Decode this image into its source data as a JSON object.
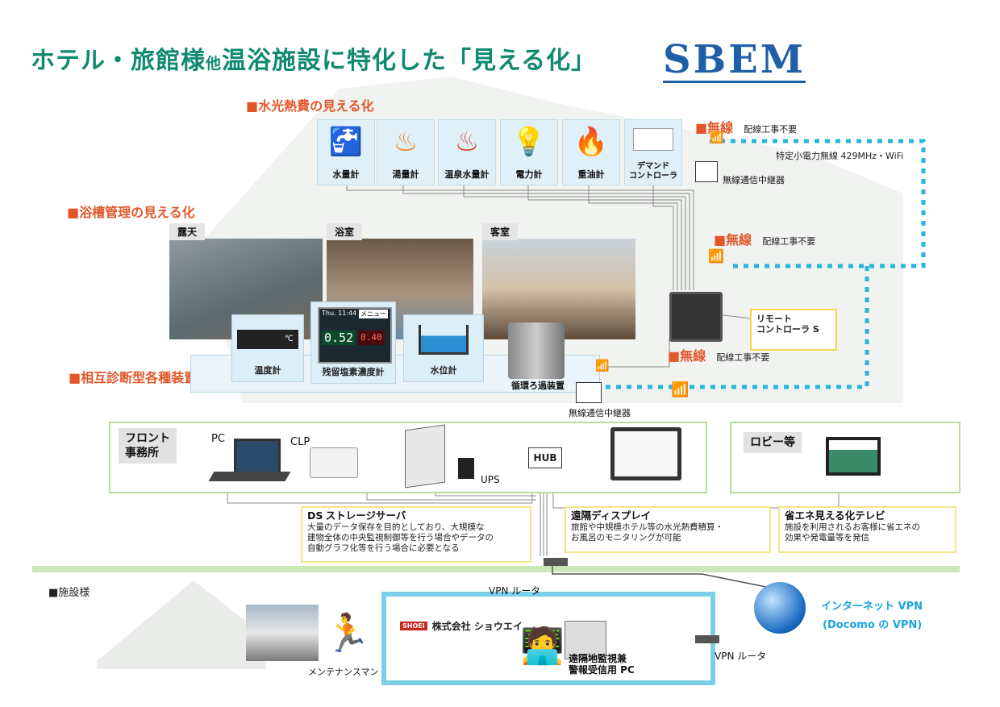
{
  "header": {
    "title": "ホテル・旅館様",
    "title_small": "他",
    "title_rest": "温浴施設に特化した「見える化」",
    "logo": "SBEM"
  },
  "sections": {
    "utility": "■水光熱費の見える化",
    "bath": "■浴槽管理の見える化",
    "diag": "■相互診断型各種装置"
  },
  "meters": [
    {
      "label": "水量計",
      "icon": "faucet-icon"
    },
    {
      "label": "湯量計",
      "icon": "hot-faucet-icon"
    },
    {
      "label": "温泉水量計",
      "icon": "hot-spring-icon"
    },
    {
      "label": "電力計",
      "icon": "lightbulb-icon"
    },
    {
      "label": "重油計",
      "icon": "flame-icon"
    },
    {
      "label": "デマンド\nコントローラ",
      "icon": "controller-icon"
    }
  ],
  "wireless": [
    {
      "label": "■無線",
      "note": "配線工事不要"
    },
    {
      "label": "■無線",
      "note": "配線工事不要"
    },
    {
      "label": "■無線",
      "note": "配線工事不要"
    }
  ],
  "wireless_spec": "特定小電力無線 429MHz・WiFi",
  "relay_label": "無線通信中継器",
  "relay_label2": "無線通信中継器",
  "remote_controller": "リモート\nコントローラ S",
  "photos": {
    "outdoor": "露天",
    "bathroom": "浴室",
    "guestroom": "客室"
  },
  "sensors": {
    "temp": "温度計",
    "temp_unit": "℃",
    "chlorine": "残留塩素濃度計",
    "chlorine_time": "Thu. 11:44",
    "chlorine_menu": "メニュー",
    "chlorine_val1": "0.52",
    "chlorine_val2": "0.40",
    "level": "水位計",
    "filter": "循環ろ過装置"
  },
  "front_office": {
    "label": "フロント\n事務所",
    "pc": "PC",
    "clp": "CLP",
    "ups": "UPS",
    "hub": "HUB"
  },
  "lobby": {
    "label": "ロビー等"
  },
  "descriptions": {
    "storage": {
      "title_prefix": "DS",
      "title": "ストレージサーバ",
      "body": "大量のデータ保存を目的としており、大規模な\n建物全体の中央監視制御等を行う場合やデータの\n自動グラフ化等を行う場合に必要となる"
    },
    "display": {
      "title": "遠隔ディスプレイ",
      "body": "旅館や中規模ホテル等の水光熱費積算・\nお風呂のモニタリングが可能"
    },
    "tv": {
      "title": "省エネ見える化テレビ",
      "body": "施設を利用されるお客様に省エネの\n効果や発電量等を発信"
    }
  },
  "bottom": {
    "facility": "■施設様",
    "vpn1": "VPN ルータ",
    "vpn2": "VPN ルータ",
    "maintenance": "メンテナンスマン",
    "company_badge": "SHOEI",
    "company": "株式会社 ショウエイ",
    "monitor_pc": "遠隔地監視兼\n警報受信用 PC",
    "internet_vpn": "インターネット VPN",
    "docomo": "(Docomo の VPN)"
  },
  "colors": {
    "title": "#0f8a6f",
    "accent": "#e2572a",
    "wireless": "#27b4e0",
    "logo": "#1f5fa8"
  }
}
